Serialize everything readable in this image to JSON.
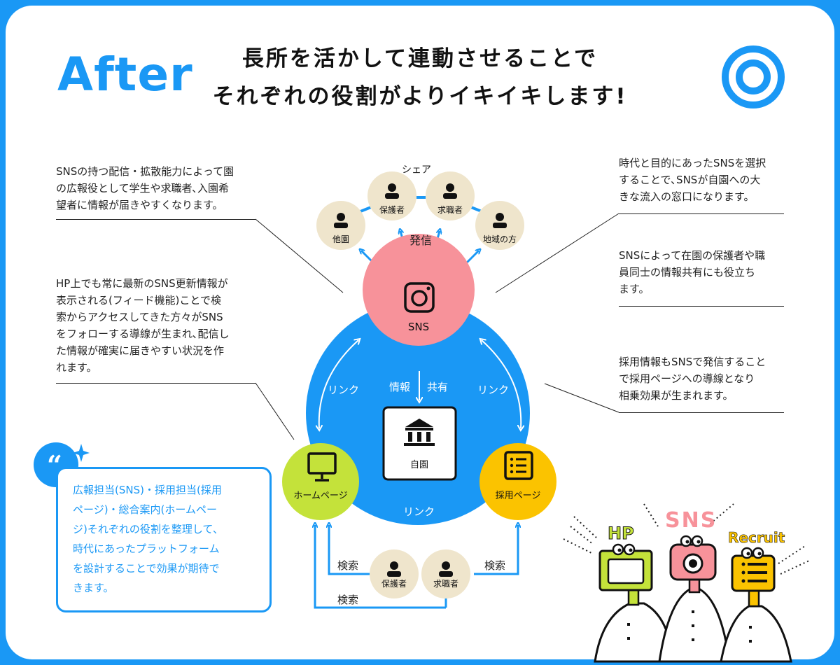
{
  "header": {
    "badge": "After",
    "title_line1": "長所を活かして連動させることで",
    "title_line2": "それぞれの役割がよりイキイキします!"
  },
  "descriptions": {
    "top_left": [
      "SNSの持つ配信・拡散能力によって園",
      "の広報役として学生や求職者､入園希",
      "望者に情報が届きやすくなります。"
    ],
    "mid_left": [
      "HP上でも常に最新のSNS更新情報が",
      "表示される(フィード機能)ことで検",
      "索からアクセスしてきた方々がSNS",
      "をフォローする導線が生まれ､配信し",
      "た情報が確実に届きやすい状況を作",
      "れます。"
    ],
    "top_right": [
      "時代と目的にあったSNSを選択",
      "することで､SNSが自園への大",
      "きな流入の窓口になります。"
    ],
    "mid_right": [
      "SNSによって在園の保護者や職",
      "員同士の情報共有にも役立ち",
      "ます。"
    ],
    "low_right": [
      "採用情報もSNSで発信すること",
      "で採用ページへの導線となり",
      "相乗効果が生まれます。"
    ]
  },
  "diagram": {
    "share_label": "シェア",
    "send_label": "発信",
    "people_top": [
      "他園",
      "保護者",
      "求職者",
      "地域の方"
    ],
    "sns": "SNS",
    "info_label": "情報",
    "share_short": "共有",
    "link_left": "リンク",
    "link_right": "リンク",
    "link_bottom": "リンク",
    "school": "自園",
    "homepage": "ホームページ",
    "recruit": "採用ページ",
    "search_left": "検索",
    "search_right": "検索",
    "search_bottom": "検索",
    "people_bottom": [
      "保護者",
      "求職者"
    ]
  },
  "callout": {
    "lines": [
      "広報担当(SNS)・採用担当(採用",
      "ページ)・総合案内(ホームペー",
      "ジ)それぞれの役割を整理して､",
      "時代にあったプラットフォーム",
      "を設計することで効果が期待で",
      "きます。"
    ]
  },
  "illustration": {
    "hp": "HP",
    "sns": "SNS",
    "recruit": "Recruit"
  },
  "colors": {
    "blue": "#1a98f5",
    "pink": "#f7929a",
    "green": "#c4e23a",
    "yellow": "#fbc300",
    "beige": "#efe5cc"
  }
}
